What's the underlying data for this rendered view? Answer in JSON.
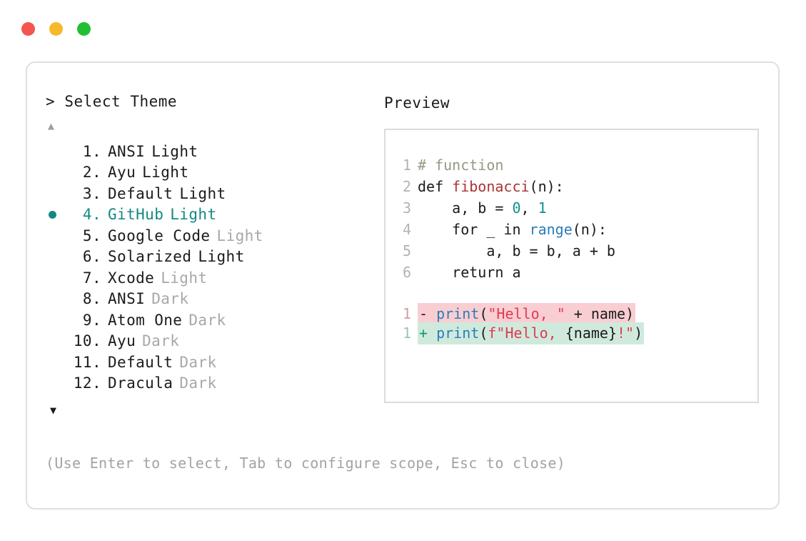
{
  "window": {
    "traffic_lights": [
      {
        "name": "close",
        "color": "#f2564f"
      },
      {
        "name": "minimize",
        "color": "#f7b92c"
      },
      {
        "name": "maximize",
        "color": "#22bf35"
      }
    ]
  },
  "selector": {
    "prompt_symbol": ">",
    "title": "Select Theme",
    "scroll_up_indicator": "▲",
    "scroll_down_indicator": "▼",
    "selected_index": 4,
    "accent_color": "#128a82",
    "items": [
      {
        "num": "1.",
        "name": "ANSI",
        "tag": "Light",
        "tag_dim": false,
        "selected": false
      },
      {
        "num": "2.",
        "name": "Ayu",
        "tag": "Light",
        "tag_dim": false,
        "selected": false
      },
      {
        "num": "3.",
        "name": "Default",
        "tag": "Light",
        "tag_dim": false,
        "selected": false
      },
      {
        "num": "4.",
        "name": "GitHub",
        "tag": "Light",
        "tag_dim": false,
        "selected": true
      },
      {
        "num": "5.",
        "name": "Google Code",
        "tag": "Light",
        "tag_dim": true,
        "selected": false
      },
      {
        "num": "6.",
        "name": "Solarized",
        "tag": "Light",
        "tag_dim": false,
        "selected": false
      },
      {
        "num": "7.",
        "name": "Xcode",
        "tag": "Light",
        "tag_dim": true,
        "selected": false
      },
      {
        "num": "8.",
        "name": "ANSI",
        "tag": "Dark",
        "tag_dim": true,
        "selected": false
      },
      {
        "num": "9.",
        "name": "Atom One",
        "tag": "Dark",
        "tag_dim": true,
        "selected": false
      },
      {
        "num": "10.",
        "name": "Ayu",
        "tag": "Dark",
        "tag_dim": true,
        "selected": false
      },
      {
        "num": "11.",
        "name": "Default",
        "tag": "Dark",
        "tag_dim": true,
        "selected": false
      },
      {
        "num": "12.",
        "name": "Dracula",
        "tag": "Dark",
        "tag_dim": true,
        "selected": false
      }
    ]
  },
  "hint": "(Use Enter to select, Tab to configure scope, Esc to close)",
  "preview": {
    "label": "Preview",
    "code_lines": [
      {
        "ln": "1",
        "tokens": [
          {
            "t": "# function",
            "c": "comment"
          }
        ]
      },
      {
        "ln": "2",
        "tokens": [
          {
            "t": "def ",
            "c": "kw"
          },
          {
            "t": "fibonacci",
            "c": "fn"
          },
          {
            "t": "(n):",
            "c": "plain"
          }
        ]
      },
      {
        "ln": "3",
        "tokens": [
          {
            "t": "    a, b = ",
            "c": "plain"
          },
          {
            "t": "0",
            "c": "num"
          },
          {
            "t": ", ",
            "c": "plain"
          },
          {
            "t": "1",
            "c": "num"
          }
        ]
      },
      {
        "ln": "4",
        "tokens": [
          {
            "t": "    for _ in ",
            "c": "plain"
          },
          {
            "t": "range",
            "c": "builtin"
          },
          {
            "t": "(n):",
            "c": "plain"
          }
        ]
      },
      {
        "ln": "5",
        "tokens": [
          {
            "t": "        a, b = b, a + b",
            "c": "plain"
          }
        ]
      },
      {
        "ln": "6",
        "tokens": [
          {
            "t": "    return a",
            "c": "plain"
          }
        ]
      }
    ],
    "diff_lines": [
      {
        "ln": "1",
        "kind": "removed",
        "sign": "-",
        "bg": "#f9ced2",
        "tokens": [
          {
            "t": "print",
            "c": "builtin"
          },
          {
            "t": "(",
            "c": "plain"
          },
          {
            "t": "\"Hello, \"",
            "c": "str"
          },
          {
            "t": " + name)",
            "c": "plain"
          }
        ]
      },
      {
        "ln": "1",
        "kind": "added",
        "sign": "+",
        "bg": "#cfeadd",
        "tokens": [
          {
            "t": "print",
            "c": "builtin"
          },
          {
            "t": "(",
            "c": "plain"
          },
          {
            "t": "f\"Hello, ",
            "c": "str"
          },
          {
            "t": "{name}",
            "c": "plain"
          },
          {
            "t": "!\"",
            "c": "str"
          },
          {
            "t": ")",
            "c": "plain"
          }
        ]
      }
    ]
  }
}
